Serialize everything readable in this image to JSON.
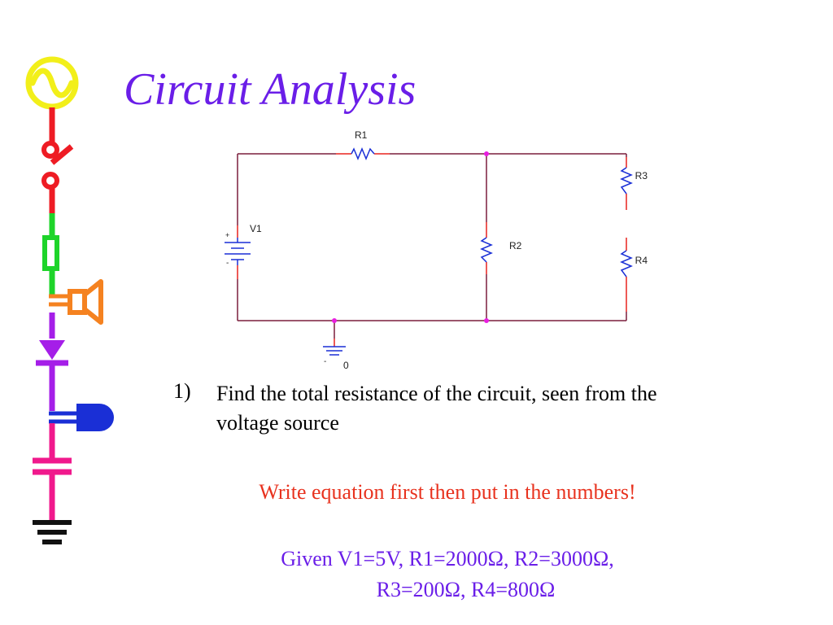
{
  "slide": {
    "title": "Circuit Analysis",
    "circuit": {
      "labels": {
        "r1": "R1",
        "r2": "R2",
        "r3": "R3",
        "r4": "R4",
        "v1": "V1",
        "ground": "0",
        "plus": "+",
        "minus": "-"
      },
      "colors": {
        "wire": "#7a1e3c",
        "resistor": "#1a2fd6",
        "lead": "#e8231e",
        "node": "#e81ee0"
      }
    },
    "question": {
      "number": "1)",
      "text": "Find the total resistance of the circuit, seen from the voltage source"
    },
    "instruction": "Write equation first then put in the numbers!",
    "given": {
      "line1": "Given V1=5V, R1=2000Ω, R2=3000Ω,",
      "line2": "R3=200Ω, R4=800Ω"
    },
    "colors": {
      "title": "#6a1ee8",
      "instruction": "#e8321e",
      "given": "#6a1ee8"
    }
  }
}
